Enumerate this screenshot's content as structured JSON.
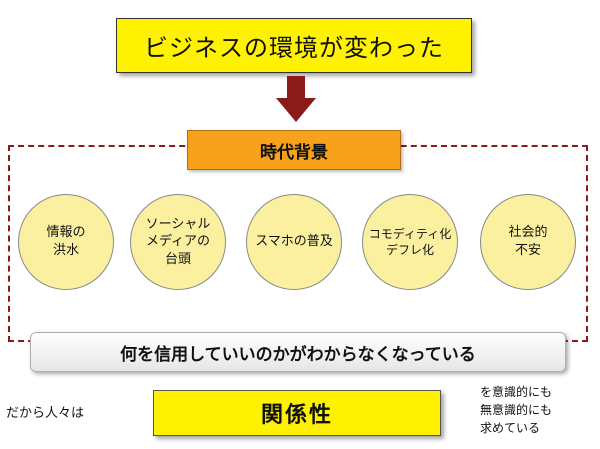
{
  "title": "ビジネスの環境が変わった",
  "background_label": "時代背景",
  "factors": [
    "情報の\n洪水",
    "ソーシャル\nメディアの\n台頭",
    "スマホの普及",
    "コモディティ化\nデフレ化",
    "社会的\n不安"
  ],
  "result": "何を信用していいのかがわからなくなっている",
  "left_note": "だから人々は",
  "key_word": "関係性",
  "right_note": "を意識的にも\n無意識的にも\n求めている",
  "colors": {
    "title_fill": "#FFF200",
    "arrow": "#8B1A1A",
    "frame_dash": "#8B1A1A",
    "background_fill": "#F7A21A",
    "circle_fill": "#FAF0A0",
    "key_fill": "#FFF200"
  }
}
